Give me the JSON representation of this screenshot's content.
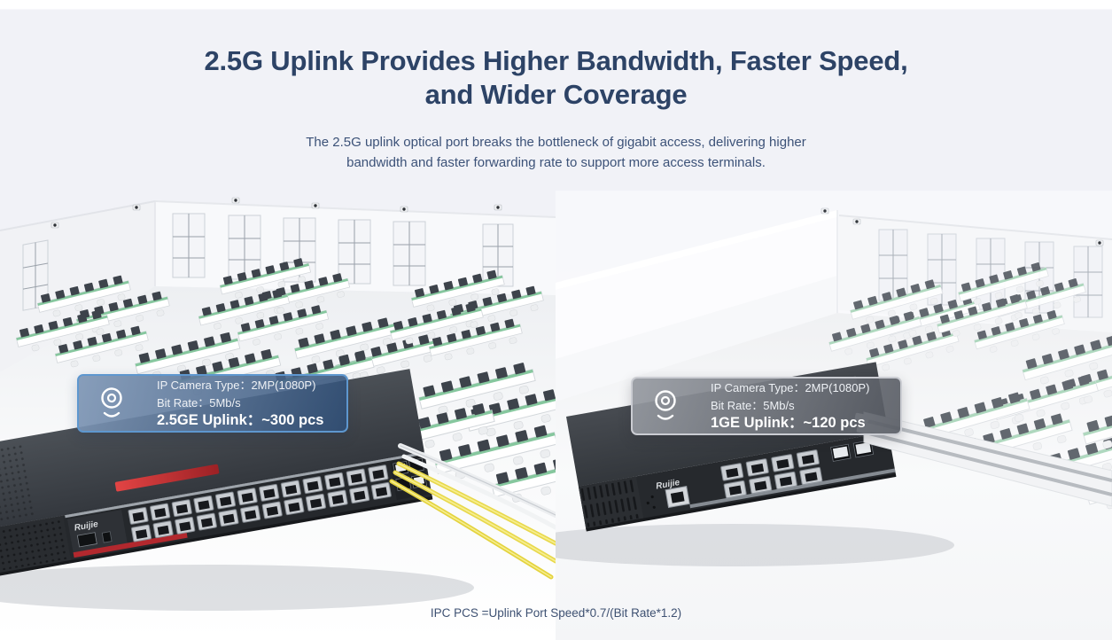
{
  "header": {
    "title_line1": "2.5G Uplink Provides Higher Bandwidth, Faster Speed,",
    "title_line2": "and Wider Coverage",
    "subtitle_line1": "The 2.5G uplink optical port breaks the bottleneck of gigabit access, delivering higher",
    "subtitle_line2": "bandwidth and faster forwarding rate to support more access terminals."
  },
  "left_panel": {
    "card": {
      "ip_camera_type": "IP Camera Type：2MP(1080P)",
      "bit_rate": "Bit Rate：5Mb/s",
      "uplink": "2.5GE Uplink：~300 pcs"
    },
    "switch_brand": "Ruijie"
  },
  "right_panel": {
    "card": {
      "ip_camera_type": "IP Camera Type：2MP(1080P)",
      "bit_rate": "Bit Rate：5Mb/s",
      "uplink": "1GE Uplink：~120 pcs"
    },
    "switch_brand": "Ruijie"
  },
  "footer": {
    "formula": "IPC PCS =Uplink Port Speed*0.7/(Bit Rate*1.2)"
  },
  "colors": {
    "heading": "#2d4366",
    "subtitle": "#3c5278",
    "footnote": "#3e5172",
    "background": "#f1f2f7",
    "left_card_border": "#5e97cf",
    "right_card_border": "#caccd2",
    "fiber_cable": "#e8d84b",
    "copper_cable": "#b7bbc0",
    "desk_accent": "#86c79e",
    "switch_red": "#d8373c"
  }
}
